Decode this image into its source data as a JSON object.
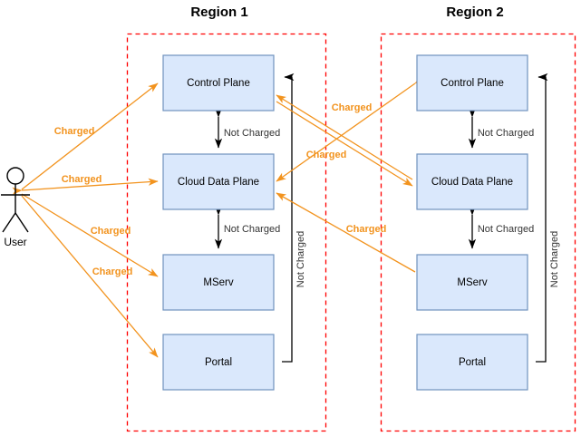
{
  "diagram": {
    "title": "Cloud multi-region charging diagram",
    "colors": {
      "node_fill": "#dae8fc",
      "node_stroke": "#7092be",
      "region_border": "#ff0000",
      "charged_accent": "#f2931e",
      "not_charged_accent": "#000000"
    },
    "actor": {
      "label": "User"
    },
    "regions": [
      {
        "id": "region-1",
        "title": "Region 1",
        "nodes": [
          {
            "id": "control-plane",
            "label": "Control Plane"
          },
          {
            "id": "cloud-data-plane",
            "label": "Cloud Data Plane"
          },
          {
            "id": "mserv",
            "label": "MServ"
          },
          {
            "id": "portal",
            "label": "Portal"
          }
        ],
        "internal_links": [
          {
            "from": "control-plane",
            "to": "cloud-data-plane",
            "label": "Not Charged"
          },
          {
            "from": "cloud-data-plane",
            "to": "mserv",
            "label": "Not Charged"
          },
          {
            "from": "portal",
            "to": "control-plane",
            "label": "Not Charged"
          }
        ]
      },
      {
        "id": "region-2",
        "title": "Region 2",
        "nodes": [
          {
            "id": "control-plane",
            "label": "Control Plane"
          },
          {
            "id": "cloud-data-plane",
            "label": "Cloud Data Plane"
          },
          {
            "id": "mserv",
            "label": "MServ"
          },
          {
            "id": "portal",
            "label": "Portal"
          }
        ],
        "internal_links": [
          {
            "from": "control-plane",
            "to": "cloud-data-plane",
            "label": "Not Charged"
          },
          {
            "from": "cloud-data-plane",
            "to": "mserv",
            "label": "Not Charged"
          },
          {
            "from": "portal",
            "to": "control-plane",
            "label": "Not Charged"
          }
        ]
      }
    ],
    "user_links": [
      {
        "id": "user-to-r1-control-plane",
        "label": "Charged"
      },
      {
        "id": "user-to-r1-cloud-data-plane",
        "label": "Charged"
      },
      {
        "id": "user-to-r1-mserv",
        "label": "Charged"
      },
      {
        "id": "user-to-r1-portal",
        "label": "Charged"
      }
    ],
    "cross_region_links": [
      {
        "id": "r1-control-plane-to-r2-cloud-data-plane",
        "label": "Charged"
      },
      {
        "id": "r2-control-plane-to-r1-cloud-data-plane",
        "label": "Charged"
      },
      {
        "id": "r2-mserv-to-r1-cloud-data-plane",
        "label": "Charged"
      }
    ]
  }
}
